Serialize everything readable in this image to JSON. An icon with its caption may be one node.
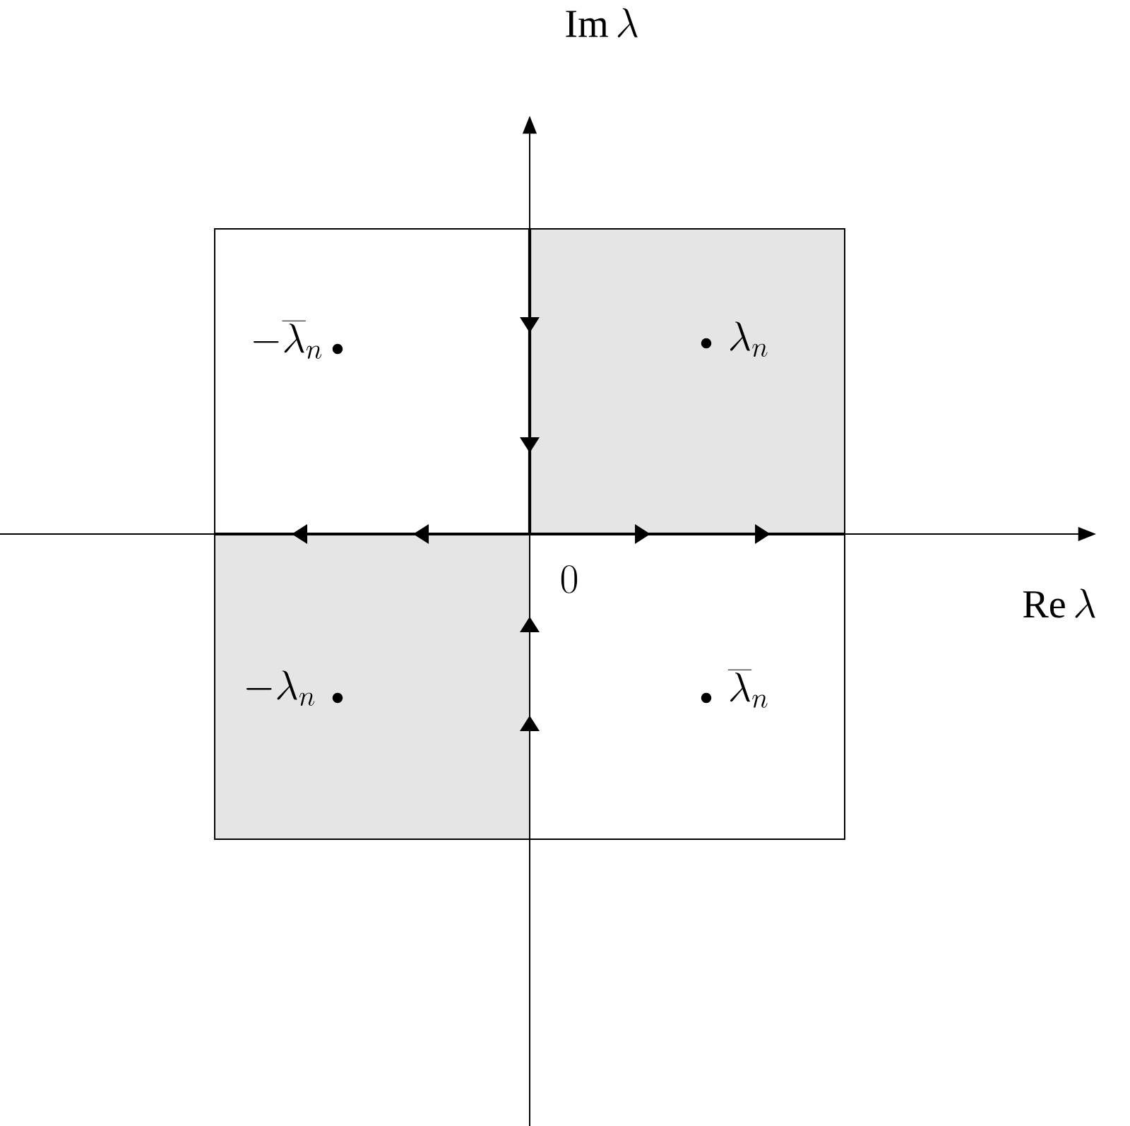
{
  "diagram": {
    "labels": [
      "\\mathrm{Im}\\,\\lambda",
      "-\\overline{\\lambda}_n",
      "\\lambda_n",
      "0",
      "\\mathrm{Re}\\,\\lambda",
      "-\\lambda_n",
      "\\overline{\\lambda}_n"
    ]
  }
}
